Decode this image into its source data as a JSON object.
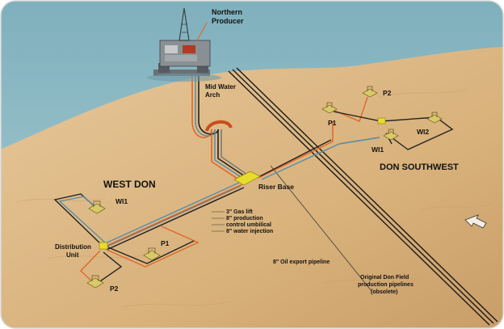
{
  "labels": {
    "northern_producer": [
      "Northern",
      "Producer"
    ],
    "mid_water_arch": [
      "Mid Water",
      "Arch"
    ],
    "riser_base": "Riser Base",
    "west_don": "WEST DON",
    "don_southwest": "DON SOUTHWEST",
    "distribution_unit": [
      "Distribution",
      "Unit"
    ],
    "west_p1": "P1",
    "west_p2": "P2",
    "west_wi1": "WI1",
    "sw_p1": "P1",
    "sw_p2": "P2",
    "sw_wi1": "WI1",
    "sw_wi2": "WI2",
    "pipeline_key": [
      "3\" Gas lift",
      "8\" production",
      "control umbilical",
      "8\" water injection"
    ],
    "oil_export": "8\" Oil export pipeline",
    "original_pipelines": [
      "Original Don Field",
      "production pipelines",
      "(obsolete)"
    ]
  },
  "colors": {
    "sea": "#8fb8c3",
    "seabed": "#dcb783",
    "production_line": "#e0672a",
    "water_injection_line": "#5b8fa8",
    "umbilical_line": "#222222",
    "manifold": "#e8dc2a"
  }
}
